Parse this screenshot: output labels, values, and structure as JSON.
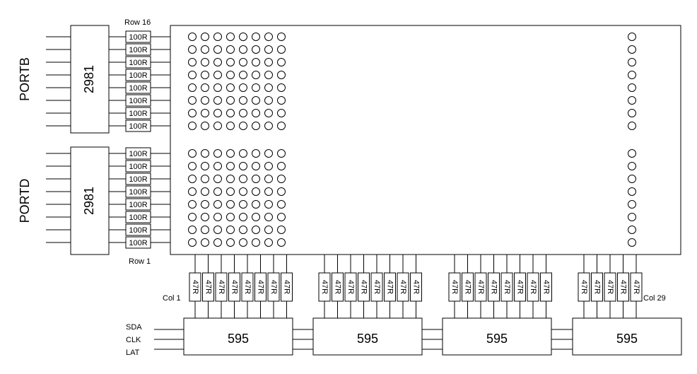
{
  "colors": {
    "line": "#000000",
    "background": "#ffffff"
  },
  "ports": [
    {
      "label": "PORTB",
      "driver": "2981"
    },
    {
      "label": "PORTD",
      "driver": "2981"
    }
  ],
  "row_resistor_label": "100R",
  "row_labels": {
    "top": "Row 16",
    "bottom": "Row 1"
  },
  "col_resistor_label": "47R",
  "col_labels": {
    "first": "Col 1",
    "last": "Col 29"
  },
  "shift_registers": [
    {
      "label": "595"
    },
    {
      "label": "595"
    },
    {
      "label": "595"
    },
    {
      "label": "595"
    }
  ],
  "signals": [
    "SDA",
    "CLK",
    "LAT"
  ]
}
